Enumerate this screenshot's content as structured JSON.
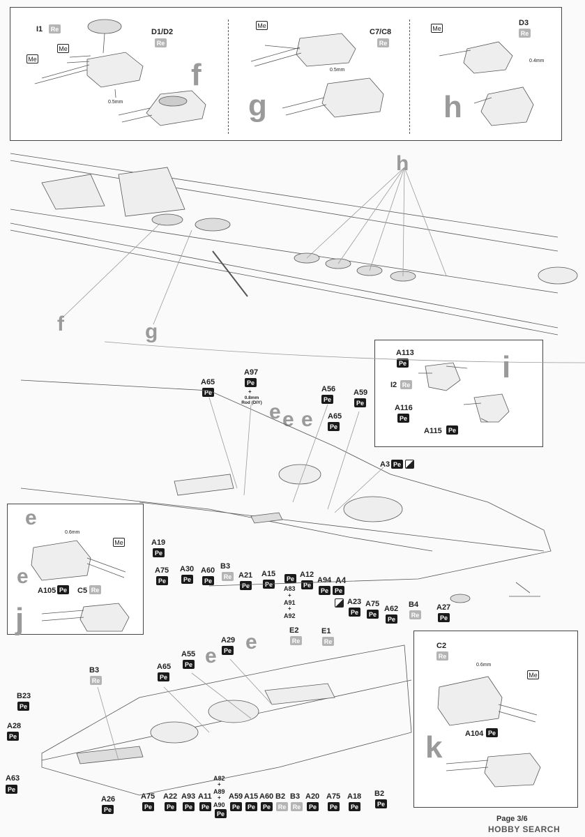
{
  "panels": {
    "f": {
      "step": "f",
      "parts": [
        {
          "code": "I1",
          "mat": "Re"
        },
        {
          "code": "D1/D2",
          "mat": "Re"
        }
      ],
      "material": "Me",
      "drill": "0.5mm"
    },
    "g": {
      "step": "g",
      "parts": [
        {
          "code": "C7/C8",
          "mat": "Re"
        }
      ],
      "material": "Me",
      "drill": "0.5mm"
    },
    "h": {
      "step": "h",
      "parts": [
        {
          "code": "D3",
          "mat": "Re"
        }
      ],
      "material": "Me",
      "drill": "0.4mm"
    },
    "i": {
      "step": "i",
      "parts": [
        {
          "code": "A113",
          "mat": "Pe"
        },
        {
          "code": "I2",
          "mat": "Re"
        },
        {
          "code": "A116",
          "mat": "Pe"
        },
        {
          "code": "A115",
          "mat": "Pe"
        }
      ]
    },
    "j": {
      "step": "j",
      "callout": "e",
      "parts": [
        {
          "code": "A105",
          "mat": "Pe"
        },
        {
          "code": "C5",
          "mat": "Re"
        }
      ],
      "material": "Me",
      "drill": "0.6mm"
    },
    "k": {
      "step": "k",
      "parts": [
        {
          "code": "C2",
          "mat": "Re"
        },
        {
          "code": "A104",
          "mat": "Pe"
        }
      ],
      "material": "Me",
      "drill": "0.6mm"
    }
  },
  "hull_top": {
    "callouts": [
      "f",
      "g",
      "h"
    ]
  },
  "hull_mid": {
    "callouts": [
      "e",
      "e",
      "e"
    ],
    "a97": {
      "code": "A97",
      "mat": "Pe",
      "note_plus": "+",
      "note": "0.8mm Rod (DIY)"
    },
    "labels": [
      {
        "code": "A65",
        "mat": "Pe"
      },
      {
        "code": "A56",
        "mat": "Pe"
      },
      {
        "code": "A59",
        "mat": "Pe"
      },
      {
        "code": "A65",
        "mat": "Pe"
      },
      {
        "code": "A3",
        "mat": "Pe"
      },
      {
        "code": "A19",
        "mat": "Pe"
      },
      {
        "code": "A75",
        "mat": "Pe"
      },
      {
        "code": "A30",
        "mat": "Pe"
      },
      {
        "code": "A60",
        "mat": "Pe"
      },
      {
        "code": "B3",
        "mat": "Re"
      },
      {
        "code": "A21",
        "mat": "Pe"
      },
      {
        "code": "A15",
        "mat": "Pe"
      },
      {
        "code": "Pe",
        "mat": ""
      },
      {
        "code": "A12",
        "mat": "Pe"
      },
      {
        "code": "A94",
        "mat": "Pe"
      },
      {
        "code": "A4",
        "mat": ""
      },
      {
        "code": "A23",
        "mat": "Pe"
      },
      {
        "code": "A75",
        "mat": "Pe"
      },
      {
        "code": "A62",
        "mat": "Pe"
      },
      {
        "code": "B4",
        "mat": "Re"
      },
      {
        "code": "A27",
        "mat": "Pe"
      }
    ],
    "combo": [
      "A83",
      "+",
      "A91",
      "+",
      "A92"
    ]
  },
  "hull_bottom": {
    "callouts": [
      "e",
      "e"
    ],
    "labels": [
      {
        "code": "A29",
        "mat": "Pe"
      },
      {
        "code": "E2",
        "mat": "Re"
      },
      {
        "code": "E1",
        "mat": "Re"
      },
      {
        "code": "B3",
        "mat": "Re"
      },
      {
        "code": "A65",
        "mat": "Pe"
      },
      {
        "code": "A55",
        "mat": "Pe"
      },
      {
        "code": "B23",
        "mat": "Pe"
      },
      {
        "code": "A28",
        "mat": "Pe"
      },
      {
        "code": "A63",
        "mat": "Pe"
      },
      {
        "code": "A26",
        "mat": "Pe"
      },
      {
        "code": "A75",
        "mat": "Pe"
      },
      {
        "code": "A22",
        "mat": "Pe"
      },
      {
        "code": "A93",
        "mat": "Pe"
      },
      {
        "code": "A11",
        "mat": "Pe"
      },
      {
        "code": "A59",
        "mat": "Pe"
      },
      {
        "code": "A15",
        "mat": "Pe"
      },
      {
        "code": "A60",
        "mat": "Pe"
      },
      {
        "code": "B2",
        "mat": "Re"
      },
      {
        "code": "B3",
        "mat": "Re"
      },
      {
        "code": "A20",
        "mat": "Pe"
      },
      {
        "code": "A75",
        "mat": "Pe"
      },
      {
        "code": "A18",
        "mat": "Pe"
      },
      {
        "code": "B2",
        "mat": "Pe"
      }
    ],
    "combo": [
      "A82",
      "+",
      "A89",
      "+",
      "A90"
    ]
  },
  "footer": {
    "page": "Page 3/6",
    "brand": "HOBBY SEARCH"
  }
}
